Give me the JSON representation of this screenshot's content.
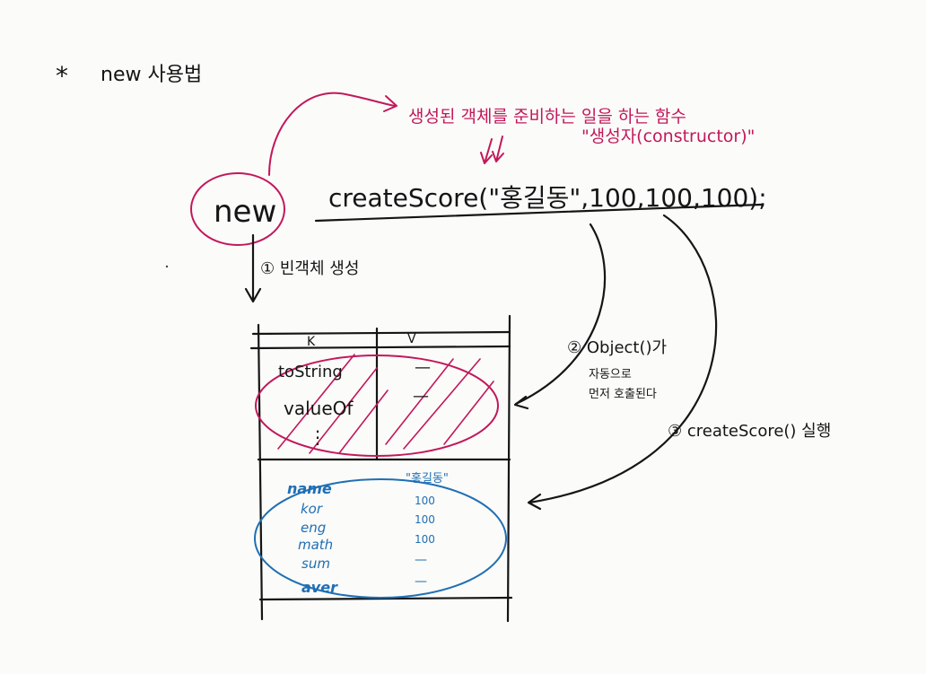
{
  "title": {
    "bullet": "*",
    "text": "new 사용법"
  },
  "new_keyword": "new",
  "call_expression": "createScore(\"홍길동\",100,100,100);",
  "pink_note": {
    "line1": "생성된 객체를 준비하는 일을 하는 함수",
    "line2": "\"생성자(constructor)\""
  },
  "steps": {
    "step1": "① 빈객체 생성",
    "step2_line1": "② Object()가",
    "step2_line2": "자동으로",
    "step2_line3": "먼저 호출된다",
    "step3": "③ createScore() 실행"
  },
  "table": {
    "header_k": "K",
    "header_v": "V",
    "inherited_rows": [
      {
        "key": "toString",
        "value": "—"
      },
      {
        "key": "valueOf",
        "value": "—"
      },
      {
        "key": "⋮",
        "value": ""
      }
    ],
    "own_rows": [
      {
        "key": "name",
        "value": "\"홍길동\""
      },
      {
        "key": "kor",
        "value": "100"
      },
      {
        "key": "eng",
        "value": "100"
      },
      {
        "key": "math",
        "value": "100"
      },
      {
        "key": "sum",
        "value": "—"
      },
      {
        "key": "aver",
        "value": "—"
      }
    ]
  },
  "colors": {
    "ink": "#151515",
    "pink": "#c2185b",
    "blue": "#1f6fb5"
  }
}
